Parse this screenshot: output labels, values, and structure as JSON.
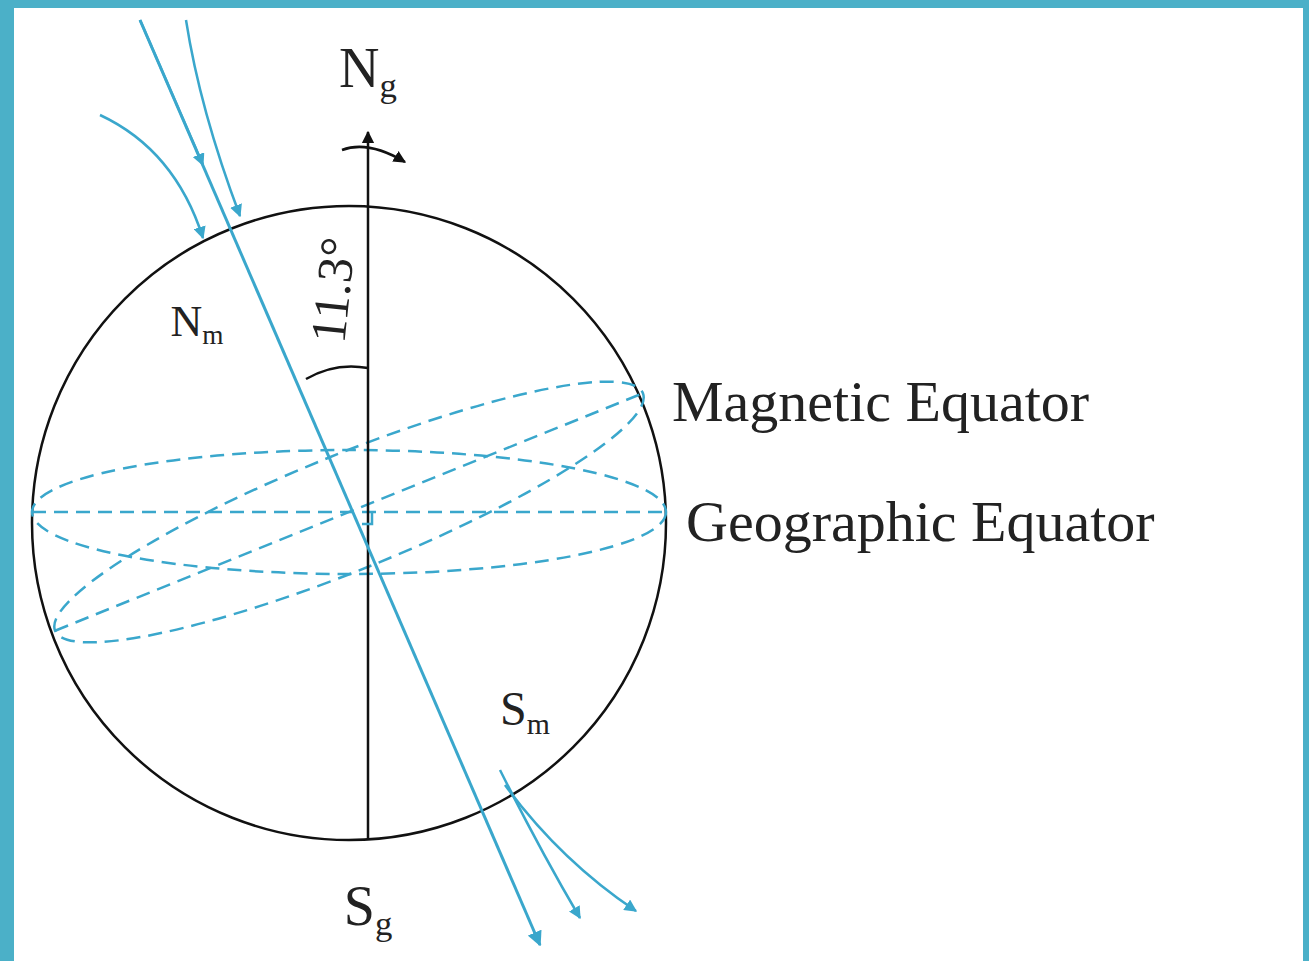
{
  "diagram": {
    "labels": [
      "Ng",
      "11.3°",
      "Nm",
      "Magnetic Equator",
      "Geographic Equator",
      "Sm",
      "Sg"
    ]
  }
}
